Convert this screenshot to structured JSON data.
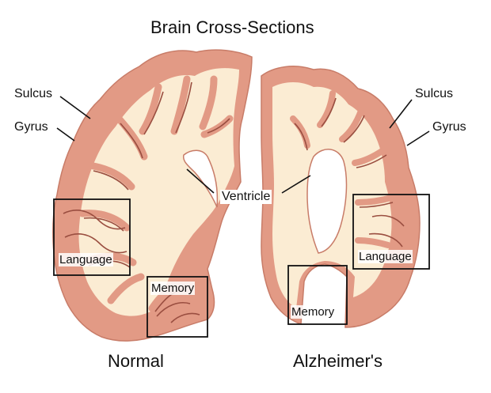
{
  "title": "Brain Cross-Sections",
  "colors": {
    "gray_matter": "#e29a85",
    "white_matter": "#fbecd3",
    "outline": "#c87c68",
    "sulcus": "#9a4e40",
    "box": "#111111"
  },
  "left_brain": {
    "caption": "Normal",
    "labels": {
      "sulcus": "Sulcus",
      "gyrus": "Gyrus"
    },
    "regions": {
      "language": "Language",
      "memory": "Memory"
    }
  },
  "right_brain": {
    "caption": "Alzheimer's",
    "labels": {
      "sulcus": "Sulcus",
      "gyrus": "Gyrus"
    },
    "regions": {
      "language": "Language",
      "memory": "Memory"
    }
  },
  "shared": {
    "ventricle": "Ventricle"
  }
}
